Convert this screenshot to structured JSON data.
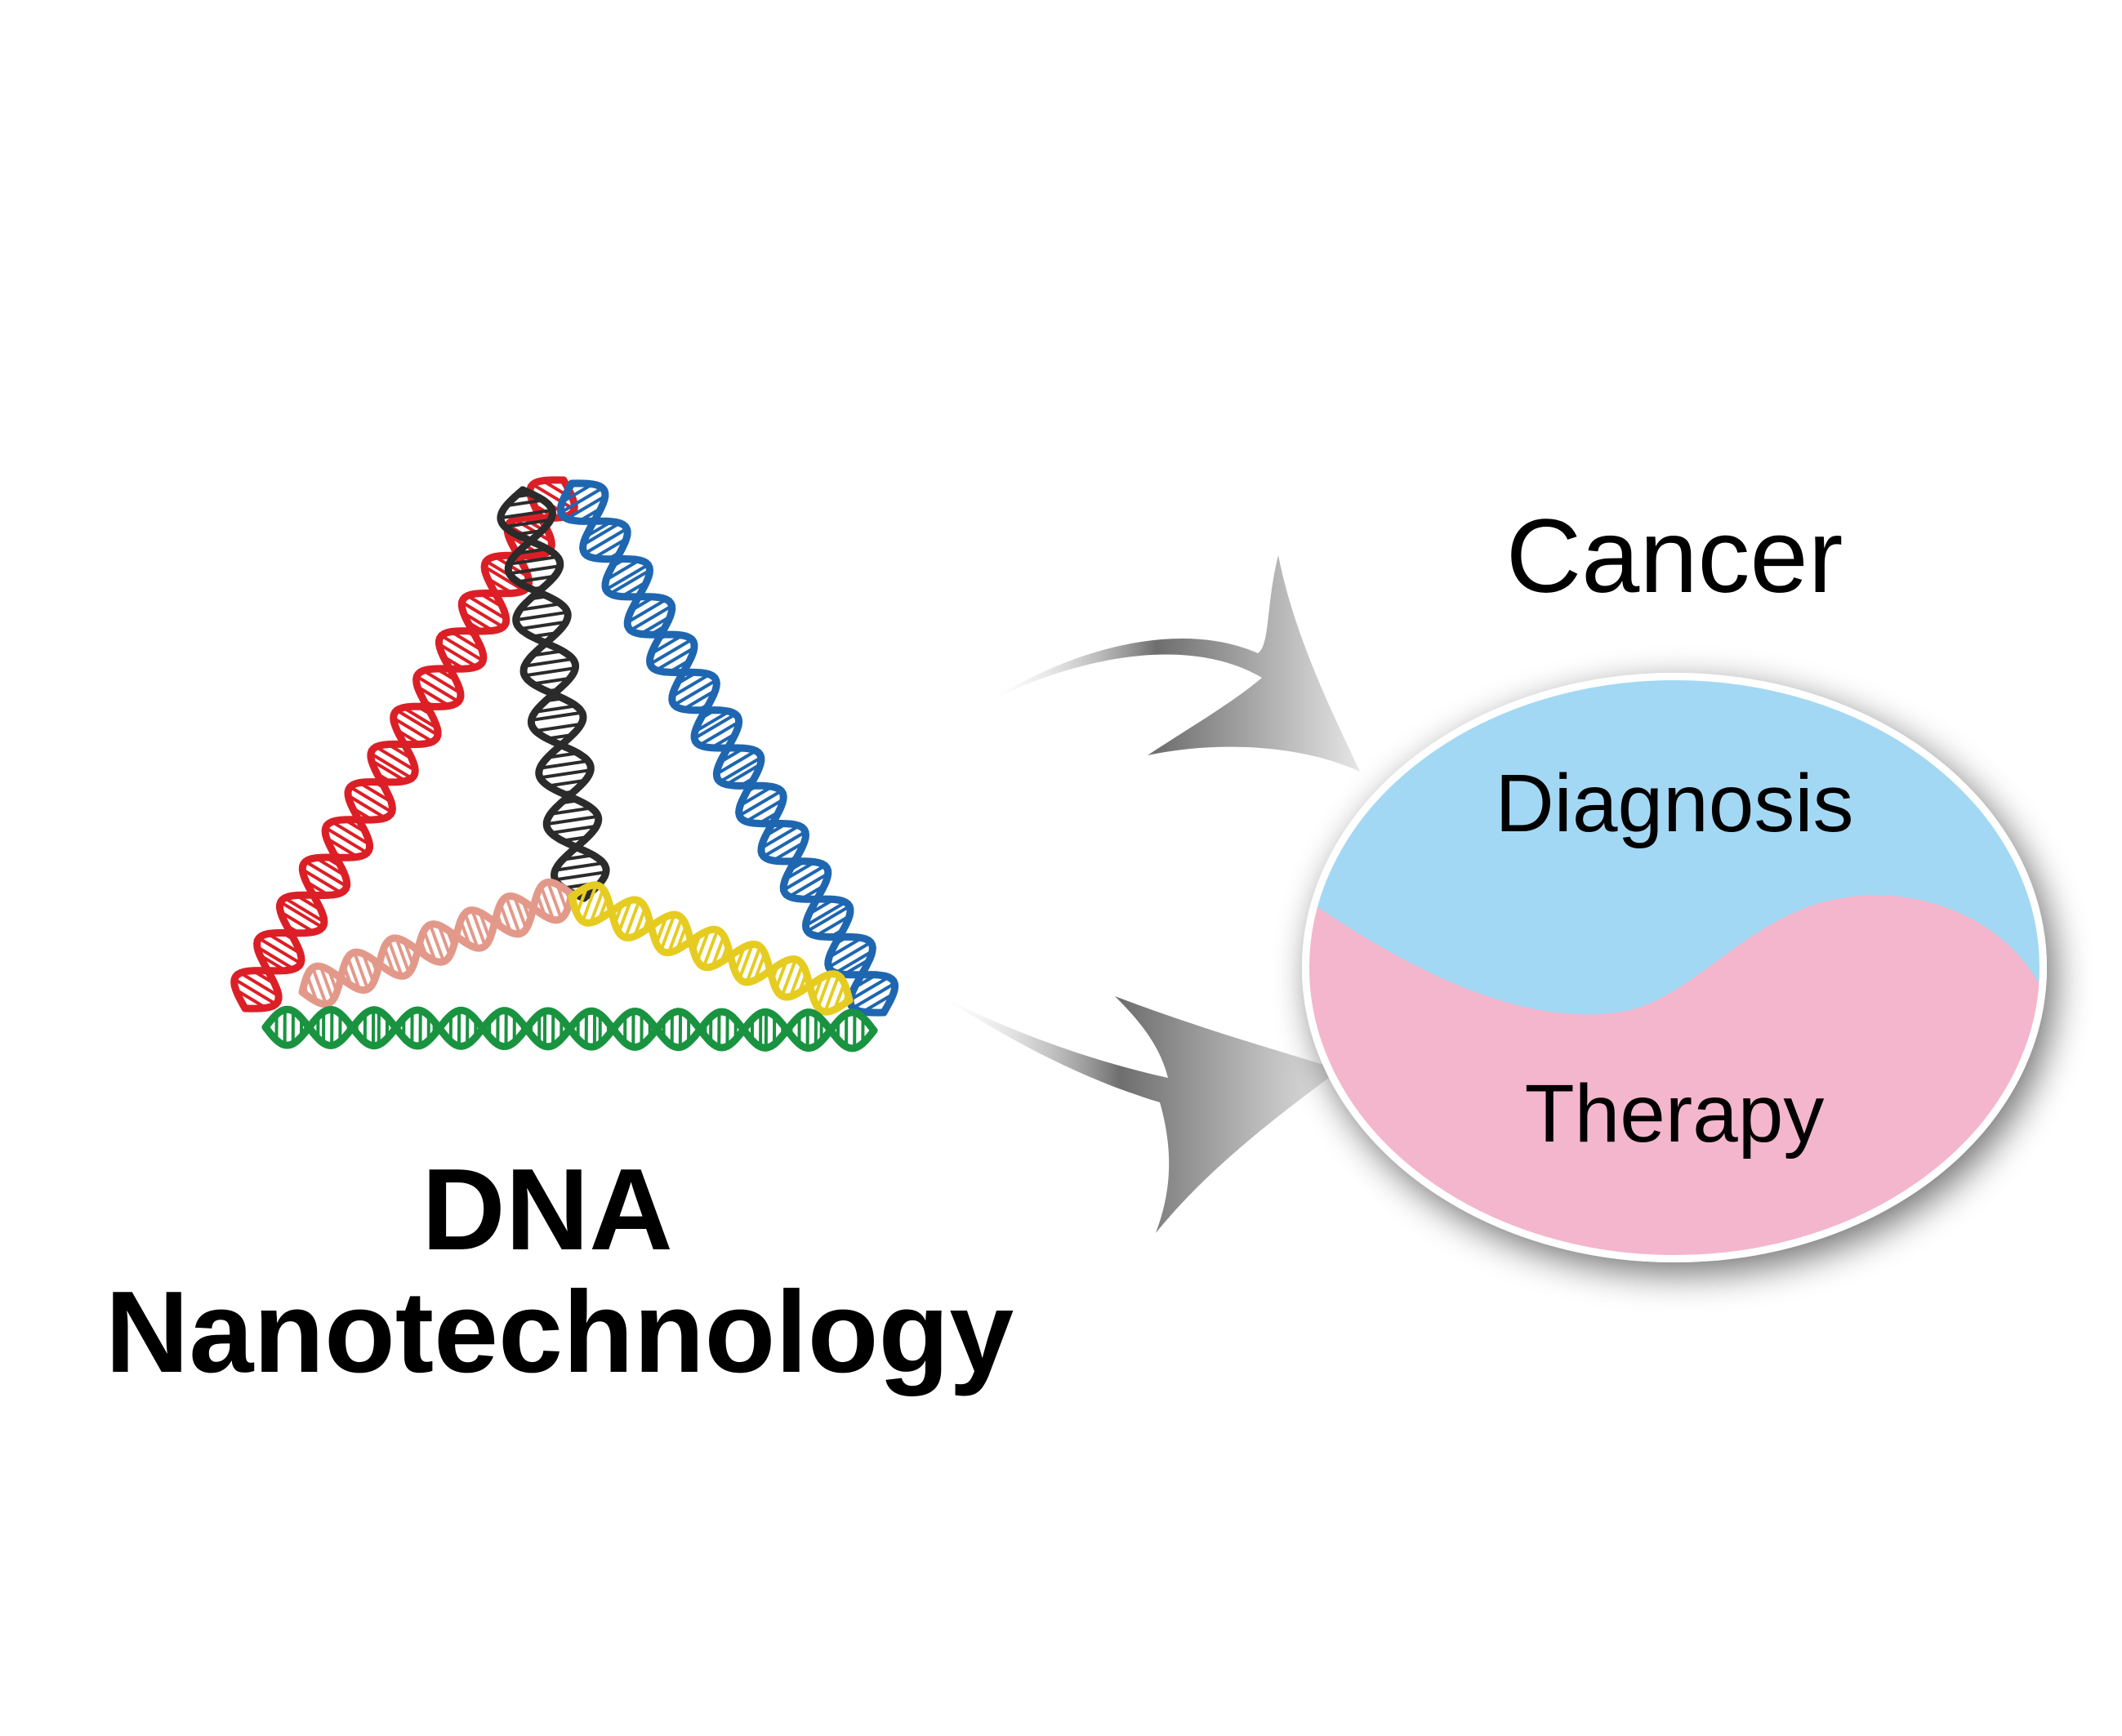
{
  "left_label": {
    "line1": "DNA",
    "line2": "Nanotechnology"
  },
  "right_title": "Cancer",
  "ellipse": {
    "top_label": "Diagnosis",
    "bottom_label": "Therapy",
    "top_color": "#a3d8f4",
    "bottom_color": "#f4b6cc"
  },
  "strand_colors": {
    "red": "#dc1f26",
    "blue": "#1f66b0",
    "black": "#2b2b2b",
    "salmon": "#e3998a",
    "yellow": "#e6cc21",
    "green": "#1a9340"
  },
  "arrow_color": "#7a7a7a",
  "icons": [
    "dna-tetrahedron-icon",
    "curved-arrow-icon",
    "yin-yang-ellipse-icon"
  ]
}
